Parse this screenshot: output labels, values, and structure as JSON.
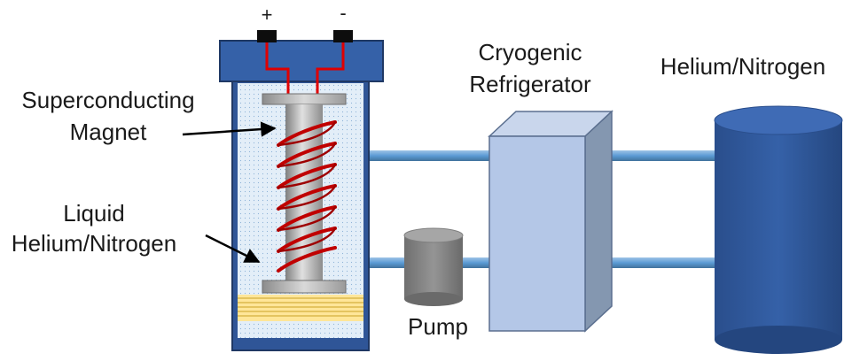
{
  "labels": {
    "plus": "+",
    "minus": "-",
    "magnet_line1": "Superconducting",
    "magnet_line2": "Magnet",
    "liquid_line1": "Liquid",
    "liquid_line2": "Helium/Nitrogen",
    "refrigerator_line1": "Cryogenic",
    "refrigerator_line2": "Refrigerator",
    "tank": "Helium/Nitrogen",
    "pump": "Pump"
  },
  "colors": {
    "vessel_blue": "#2f5597",
    "vessel_dark": "#1f3864",
    "liquid_fill": "#dbe9f6",
    "pipe_blue": "#5b9bd5",
    "refrigerator_front": "#b4c7e7",
    "refrigerator_side": "#8497b0",
    "coil_red": "#c00000",
    "wire_red": "#e00000",
    "core_gray": "#a6a6a6",
    "pump_gray": "#7f7f7f",
    "insulation_yellow": "#ffe699"
  }
}
